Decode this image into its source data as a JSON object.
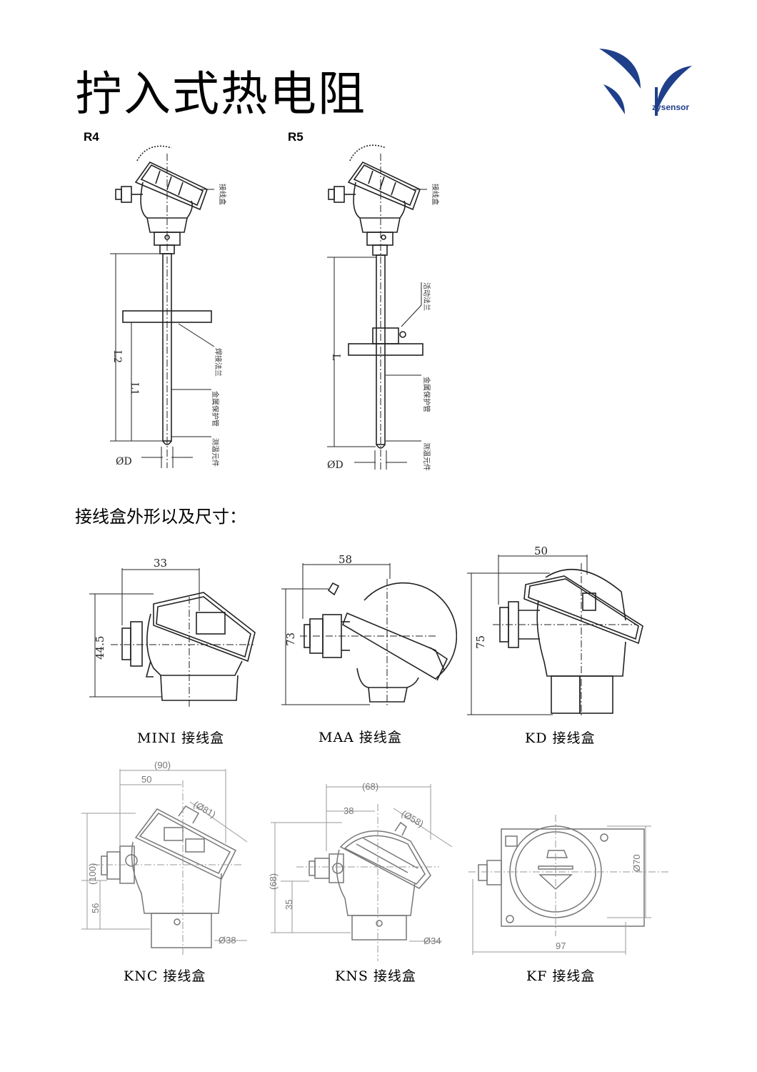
{
  "page": {
    "title": "拧入式热电阻",
    "logo_text": "zysensor",
    "section_heading": "接线盒外形以及尺寸："
  },
  "colors": {
    "logo_blue": "#1f3f8a",
    "ink": "#222222",
    "dim_gray": "#888888"
  },
  "assemblies": [
    {
      "model": "R4",
      "labels": {
        "head": "接线盒",
        "flange": "焊接法兰",
        "sheath": "金属保护管",
        "element": "测温元件"
      },
      "dims": {
        "l2": "L2",
        "l1": "L1",
        "diameter": "ØD"
      }
    },
    {
      "model": "R5",
      "labels": {
        "head": "接线盒",
        "movable_flange": "活动法兰",
        "sheath": "金属保护管",
        "element": "测温元件"
      },
      "dims": {
        "length": "L",
        "diameter": "ØD"
      }
    }
  ],
  "heads": [
    {
      "caption": "MINI 接线盒",
      "width": "33",
      "height": "44.5"
    },
    {
      "caption": "MAA 接线盒",
      "width": "58",
      "height": "73"
    },
    {
      "caption": "KD 接线盒",
      "width": "50",
      "height": "75"
    },
    {
      "caption": "KNC 接线盒",
      "overall_width": "(90)",
      "width": "50",
      "cap_diameter": "(Ø81)",
      "overall_height": "(100)",
      "height": "56",
      "neck_diameter": "Ø38"
    },
    {
      "caption": "KNS 接线盒",
      "overall_width": "(68)",
      "width": "38",
      "cap_diameter": "(Ø58)",
      "overall_height": "(68)",
      "height": "35",
      "neck_diameter": "Ø34"
    },
    {
      "caption": "KF 接线盒",
      "diameter": "Ø70",
      "width": "97"
    }
  ]
}
